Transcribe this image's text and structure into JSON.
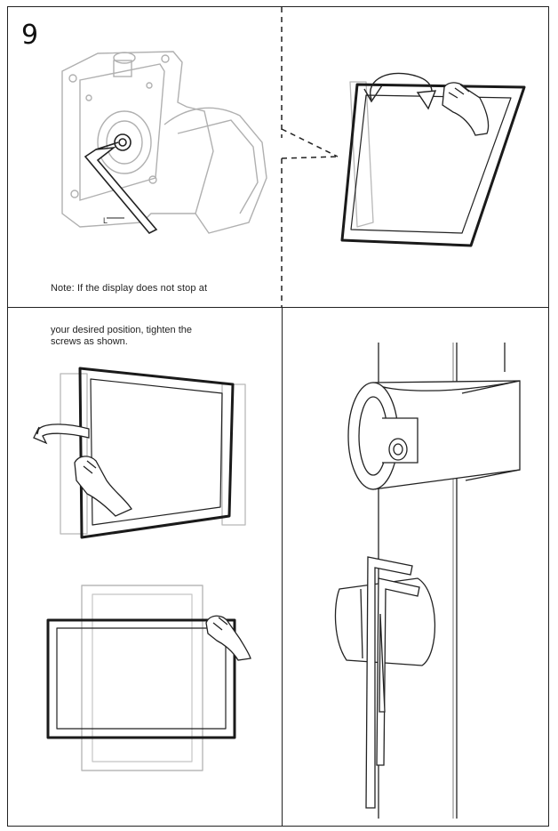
{
  "step": {
    "number": "9"
  },
  "note": {
    "line1": "Note: If the display does not stop at",
    "line2": "your desired position, tighten the",
    "line3": "screws as shown."
  },
  "labels": {
    "wrench_callout": "L"
  },
  "colors": {
    "line": "#222222",
    "light_line": "#b8b8b8",
    "panel_border": "#1a1a1a"
  },
  "icons": [
    "hex-key-icon",
    "rotate-arrow-icon",
    "hand-icon"
  ]
}
